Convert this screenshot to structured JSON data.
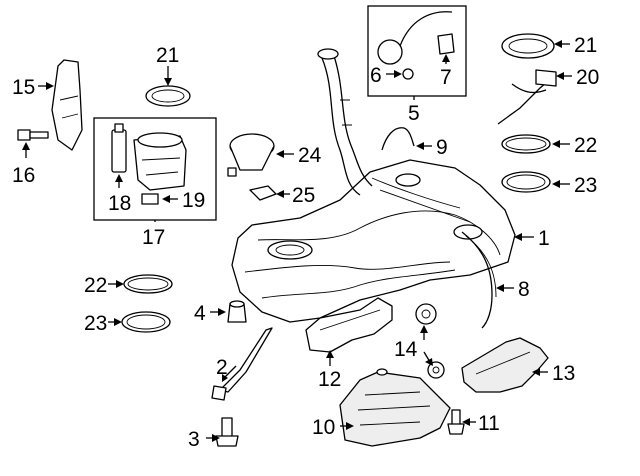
{
  "callouts": [
    "1",
    "2",
    "3",
    "4",
    "5",
    "6",
    "7",
    "8",
    "9",
    "10",
    "11",
    "12",
    "13",
    "14",
    "15",
    "16",
    "17",
    "18",
    "19",
    "20",
    "21",
    "21",
    "22",
    "22",
    "23",
    "23",
    "24",
    "25"
  ]
}
